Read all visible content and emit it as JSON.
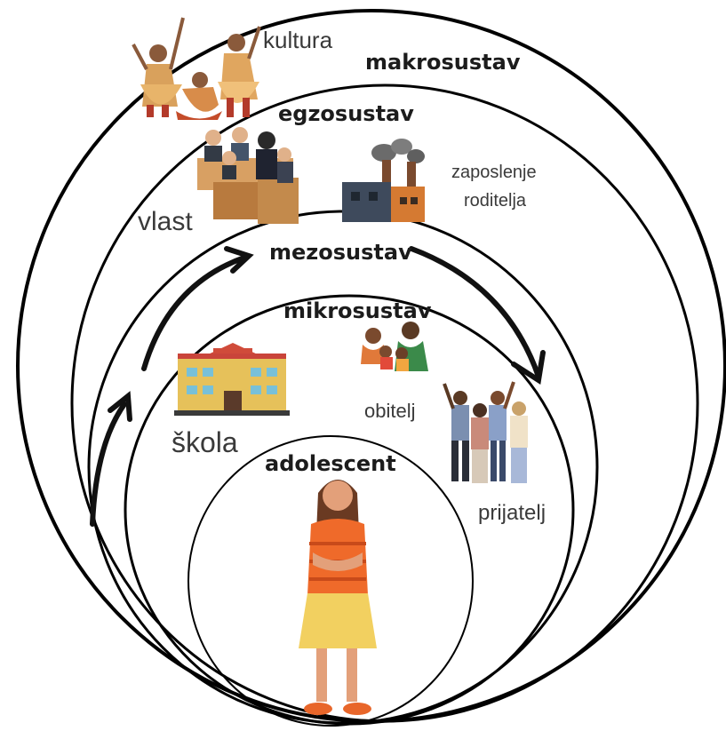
{
  "diagram": {
    "levels": {
      "macro": "makrosustav",
      "exo": "egzosustav",
      "meso": "mezosustav",
      "micro": "mikrosustav",
      "center": "adolescent"
    },
    "items": {
      "culture": "kultura",
      "government": "vlast",
      "parent_employment_line1": "zaposlenje",
      "parent_employment_line2": "roditelja",
      "school": "škola",
      "family": "obitelj",
      "friend": "prijatelj"
    },
    "icons": [
      "dancers-illustration",
      "government-officials-illustration",
      "factory-icon",
      "school-building-icon",
      "family-illustration",
      "friends-group-illustration",
      "adolescent-girl-illustration",
      "curved-arrow-icon"
    ]
  }
}
